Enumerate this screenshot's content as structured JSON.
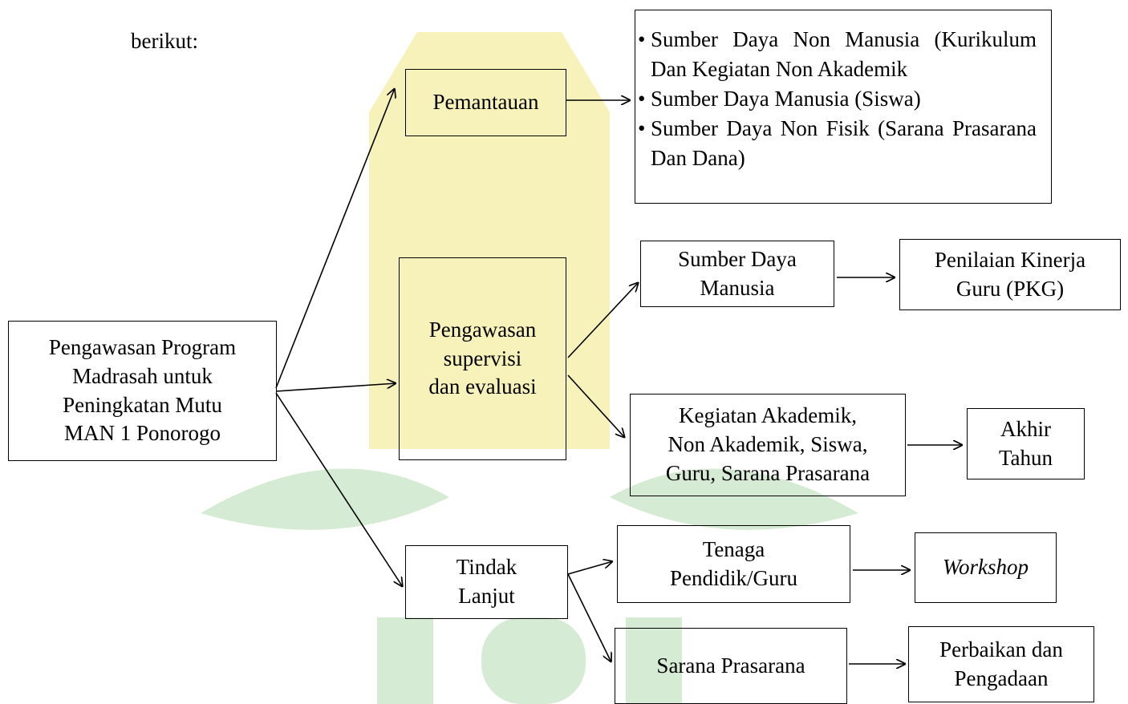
{
  "intro": "berikut:",
  "root": "Pengawasan Program\nMadrasah untuk\nPeningkatan Mutu\nMAN 1 Ponorogo",
  "branches": {
    "pemantauan": "Pemantauan",
    "pengawasan": "Pengawasan\nsupervisi\ndan evaluasi",
    "tindak_lanjut": "Tindak\nLanjut"
  },
  "pemantauan_items": [
    "Sumber Daya Non Manusia (Kurikulum Dan Kegiatan Non Akademik",
    "Sumber Daya Manusia (Siswa)",
    "Sumber Daya Non Fisik (Sarana Prasarana Dan Dana)"
  ],
  "pengawasan_children": {
    "sdm": "Sumber Daya\nManusia",
    "pkg": "Penilaian Kinerja\nGuru (PKG)",
    "kegiatan": "Kegiatan Akademik,\nNon Akademik, Siswa,\nGuru, Sarana Prasarana",
    "akhir_tahun": "Akhir\nTahun"
  },
  "tindak_children": {
    "tenaga": "Tenaga\nPendidik/Guru",
    "workshop": "Workshop",
    "sarana": "Sarana Prasarana",
    "perbaikan": "Perbaikan dan\nPengadaan"
  },
  "colors": {
    "watermark": "#f2e88a",
    "watermark_green": "#c9e2c2",
    "line": "#000000"
  }
}
